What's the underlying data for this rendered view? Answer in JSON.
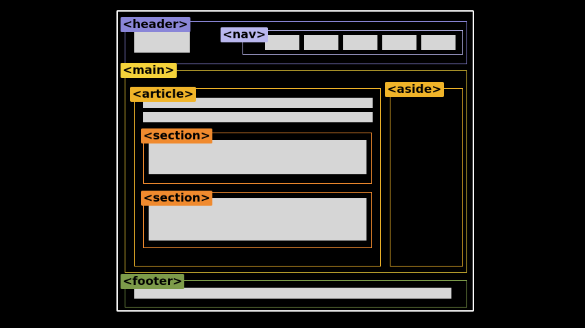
{
  "labels": {
    "header": "<header>",
    "nav": "<nav>",
    "main": "<main>",
    "article": "<article>",
    "section_1": "<section>",
    "section_2": "<section>",
    "aside": "<aside>",
    "footer": "<footer>"
  },
  "colors": {
    "background": "#000000",
    "page_border": "#ffffff",
    "header": "#8a86d8",
    "nav": "#b9b7ee",
    "main": "#f5d33a",
    "article": "#f0b429",
    "section": "#f08a2e",
    "aside": "#f0b429",
    "footer": "#7d9b4a",
    "content_block": "#d6d6d6"
  },
  "nav_item_count": 5
}
